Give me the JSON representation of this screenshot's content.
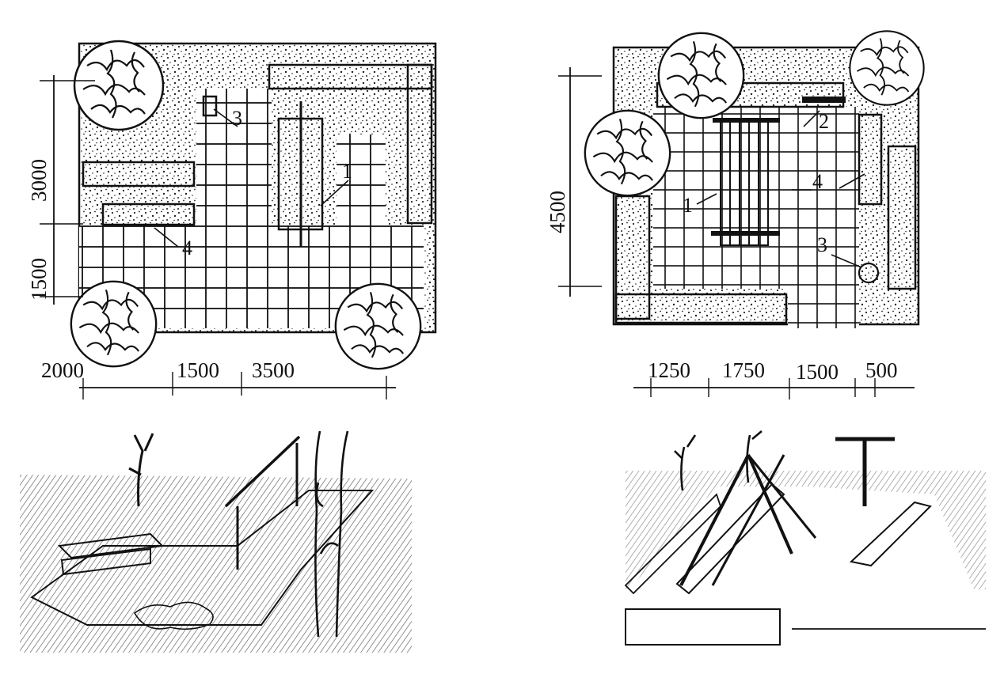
{
  "plans": {
    "left": {
      "dims_vertical": [
        "3000",
        "1500"
      ],
      "dims_horizontal": [
        "2000",
        "1500",
        "3500"
      ],
      "callouts": [
        "1",
        "3",
        "4"
      ]
    },
    "right": {
      "dims_vertical": [
        "4500"
      ],
      "dims_horizontal": [
        "1250",
        "1750",
        "1500",
        "500"
      ],
      "callouts": [
        "1",
        "2",
        "3",
        "4"
      ]
    }
  },
  "colors": {
    "ink": "#111111",
    "paper": "#ffffff"
  }
}
